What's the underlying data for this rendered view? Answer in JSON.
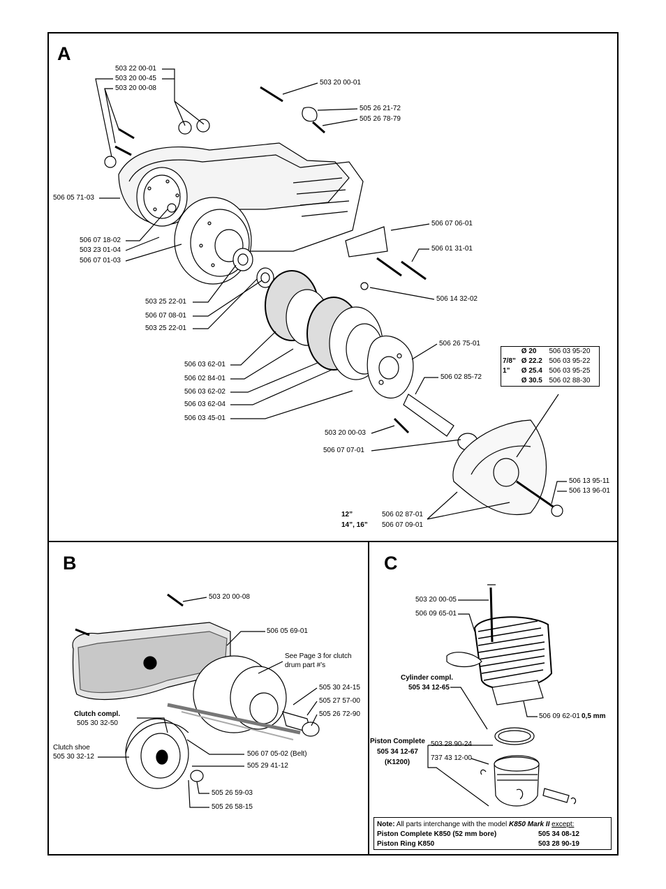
{
  "sections": {
    "a": "A",
    "b": "B",
    "c": "C"
  },
  "a_labels": [
    "503 22 00-01",
    "503 20 00-45",
    "503 20 00-08",
    "503 20 00-01",
    "505 26 21-72",
    "505 26 78-79",
    "506 05 71-03",
    "506 07 06-01",
    "506 07 18-02",
    "503 23 01-04",
    "506 07 01-03",
    "506 01 31-01",
    "506 14 32-02",
    "503 25 22-01",
    "506 07 08-01",
    "503 25 22-01",
    "506 26 75-01",
    "506 03 62-01",
    "506 02 84-01",
    "506 03 62-02",
    "506 03 62-04",
    "506 03 45-01",
    "506  02  85-72",
    "503 20 00-03",
    "506  07  07-01",
    "506  13  95-11",
    "506 13 96-01",
    "506  02  87-01",
    "506  07  09-01"
  ],
  "a_sizes": {
    "s12": "12”",
    "s14": "14”, 16”"
  },
  "a_table": [
    {
      "inch": "",
      "dia": "Ø 20",
      "part": "506 03 95-20"
    },
    {
      "inch": "7/8”",
      "dia": "Ø  22.2",
      "part": "506  03  95-22"
    },
    {
      "inch": "1”",
      "dia": "Ø  25.4",
      "part": "506  03  95-25"
    },
    {
      "inch": "",
      "dia": "Ø  30.5",
      "part": "506  02  88-30"
    }
  ],
  "b_labels": [
    "503 20 00-08",
    "506 05 69-01",
    "See Page 3 for clutch",
    "drum  part  #’s",
    "505 30 24-15",
    "505 27 57-00",
    "505 26 72-90",
    "Clutch compl.",
    "505 30 32-50",
    "Clutch shoe",
    "505 30 32-12",
    "506  07  05-02  (Belt)",
    "505  29  41-12",
    "505  26  59-03",
    "505  26  58-15"
  ],
  "c_labels": [
    "503 20 00-05",
    "506 09 65-01",
    "Cylinder compl.",
    "505 34 12-65",
    "506 09 62-01",
    "0,5 mm",
    "Piston Complete",
    "505 34 12-67",
    "(K1200)",
    "503 28 90-24",
    "737 43 12-00"
  ],
  "note": {
    "prefix": "Note:",
    "text": " All parts interchange with the model ",
    "model": "K850 Mark II",
    "except": "except:",
    "rows": [
      {
        "name": "Piston Complete K850 (52 mm bore)",
        "part": "505 34 08-12"
      },
      {
        "name": "Piston Ring K850",
        "part": "503 28 90-19"
      }
    ]
  }
}
